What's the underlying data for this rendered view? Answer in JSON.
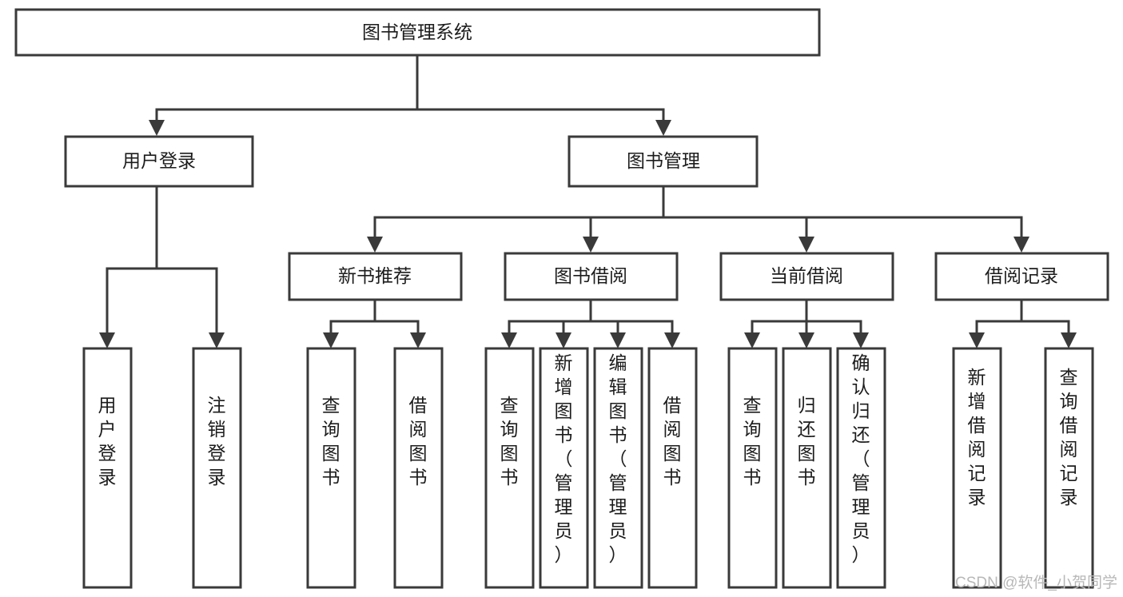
{
  "diagram": {
    "type": "hierarchy-tree",
    "title": "图书管理系统",
    "orientation": "top-down",
    "levels": 4,
    "root": {
      "id": "root",
      "label": "图书管理系统",
      "orientation": "horizontal"
    },
    "level2": [
      {
        "id": "user-login",
        "label": "用户登录",
        "orientation": "horizontal"
      },
      {
        "id": "book-manage",
        "label": "图书管理",
        "orientation": "horizontal"
      }
    ],
    "level3": [
      {
        "id": "new-book-recommend",
        "label": "新书推荐",
        "orientation": "horizontal",
        "parent": "book-manage"
      },
      {
        "id": "book-borrow",
        "label": "图书借阅",
        "orientation": "horizontal",
        "parent": "book-manage"
      },
      {
        "id": "current-borrow",
        "label": "当前借阅",
        "orientation": "horizontal",
        "parent": "book-manage"
      },
      {
        "id": "borrow-record",
        "label": "借阅记录",
        "orientation": "horizontal",
        "parent": "book-manage"
      }
    ],
    "leaves": {
      "user_login": [
        {
          "id": "leaf-user-login",
          "label": "用户登录",
          "orientation": "vertical"
        },
        {
          "id": "leaf-user-logout",
          "label": "注销登录",
          "orientation": "vertical"
        }
      ],
      "new_book_recommend": [
        {
          "id": "leaf-query-book-1",
          "label": "查询图书",
          "orientation": "vertical"
        },
        {
          "id": "leaf-borrow-book-1",
          "label": "借阅图书",
          "orientation": "vertical"
        }
      ],
      "book_borrow": [
        {
          "id": "leaf-query-book-2",
          "label": "查询图书",
          "orientation": "vertical"
        },
        {
          "id": "leaf-add-book",
          "label": "新增图书（管理员）",
          "orientation": "vertical"
        },
        {
          "id": "leaf-edit-book",
          "label": "编辑图书（管理员）",
          "orientation": "vertical"
        },
        {
          "id": "leaf-borrow-book-2",
          "label": "借阅图书",
          "orientation": "vertical"
        }
      ],
      "current_borrow": [
        {
          "id": "leaf-query-book-3",
          "label": "查询图书",
          "orientation": "vertical"
        },
        {
          "id": "leaf-return-book",
          "label": "归还图书",
          "orientation": "vertical"
        },
        {
          "id": "leaf-confirm-return",
          "label": "确认归还（管理员）",
          "orientation": "vertical"
        }
      ],
      "borrow_record": [
        {
          "id": "leaf-add-record",
          "label": "新增借阅记录",
          "orientation": "vertical"
        },
        {
          "id": "leaf-query-record",
          "label": "查询借阅记录",
          "orientation": "vertical"
        }
      ]
    },
    "colors": {
      "box_fill": "#ffffff",
      "box_stroke": "#3a3a3a",
      "text": "#1c1c1c",
      "background": "#ffffff",
      "watermark": "#b8b8b8"
    }
  },
  "watermark": {
    "text": "CSDN @软件_小贺同学"
  }
}
